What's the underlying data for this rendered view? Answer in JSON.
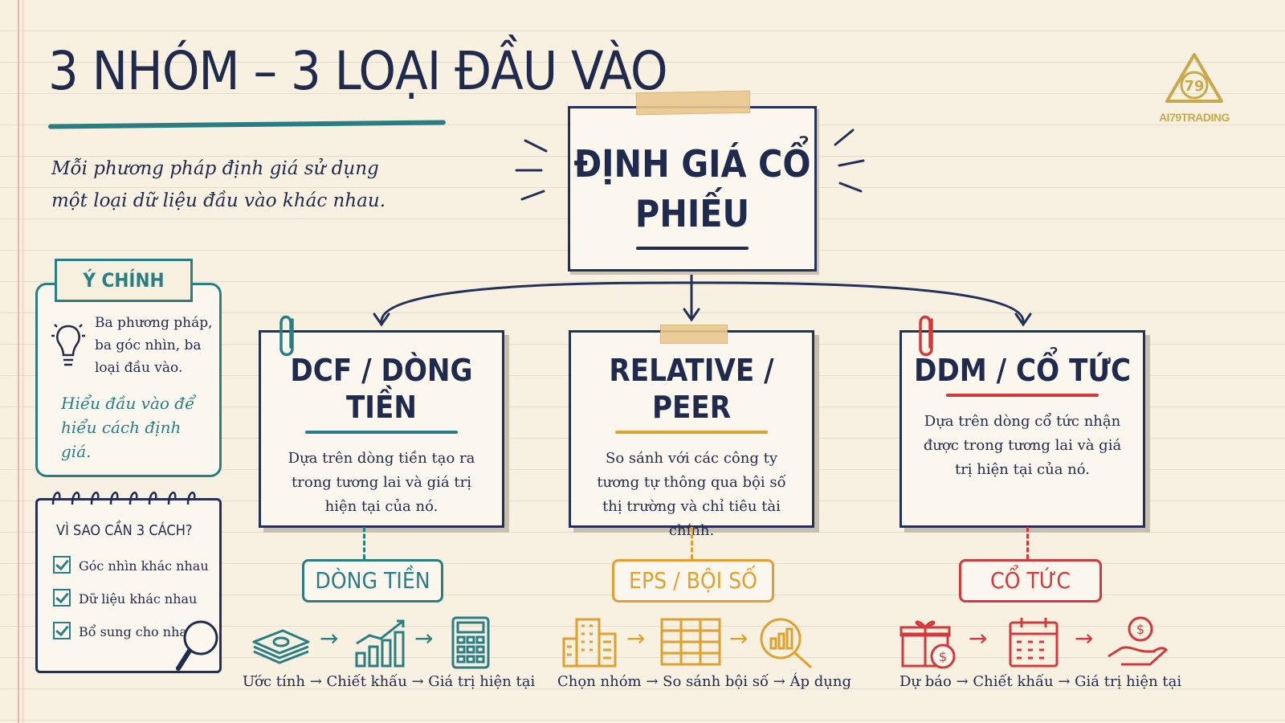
{
  "title": "3 NHÓM – 3 LOẠI ĐẦU VÀO",
  "subtitle": "Mỗi phương pháp định giá sử dụng một loại dữ liệu đầu vào khác nhau.",
  "logo": {
    "text": "AI79TRADING",
    "number": "79"
  },
  "center": {
    "label": "ĐỊNH GIÁ CỔ PHIẾU"
  },
  "key_idea": {
    "banner": "Ý CHÍNH",
    "text": "Ba phương pháp, ba góc nhìn, ba loại đầu vào.",
    "emphasis": "Hiểu đầu vào để hiểu cách định giá."
  },
  "why": {
    "title": "VÌ SAO CẦN 3 CÁCH?",
    "items": [
      "Góc nhìn khác nhau",
      "Dữ liệu khác nhau",
      "Bổ sung cho nhau"
    ]
  },
  "methods": [
    {
      "title": "DCF / DÒNG TIỀN",
      "desc": "Dựa trên dòng tiền tạo ra trong tương lai và giá trị hiện tại của nó.",
      "input": "DÒNG TIỀN",
      "color": "#2a7e83",
      "steps": "Ước tính → Chiết khấu → Giá trị hiện tại"
    },
    {
      "title": "RELATIVE / PEER",
      "desc": "So sánh với các công ty tương tự thông qua bội số thị trường và chỉ tiêu tài chính.",
      "input": "EPS / BỘI SỐ",
      "color": "#e0a02f",
      "steps": "Chọn nhóm → So sánh bội số → Áp dụng"
    },
    {
      "title": "DDM / CỔ TỨC",
      "desc": "Dựa trên dòng cổ tức nhận được trong tương lai và giá trị hiện tại của nó.",
      "input": "CỔ TỨC",
      "color": "#d3393b",
      "steps": "Dự báo → Chiết khấu → Giá trị hiện tại"
    }
  ],
  "icons": {
    "dcf": [
      "money-stack-icon",
      "growth-chart-icon",
      "calculator-icon"
    ],
    "peer": [
      "buildings-icon",
      "comparison-table-icon",
      "magnifier-chart-icon"
    ],
    "ddm": [
      "gift-dollar-icon",
      "calendar-icon",
      "hand-coin-icon"
    ]
  }
}
